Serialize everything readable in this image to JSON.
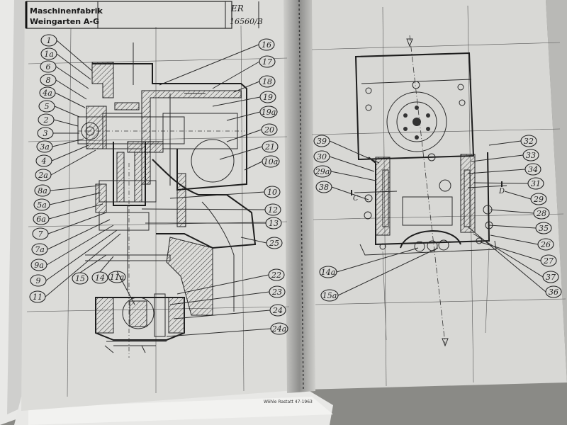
{
  "title_block": {
    "company_line1": "Maschinenfabrik",
    "company_line2": "Weingarten A-G",
    "code_line1": "ER",
    "code_line2": "16560/B"
  },
  "left_labels": [
    "1",
    "1a",
    "6",
    "8",
    "4a",
    "5",
    "2",
    "3",
    "3a",
    "4",
    "2a",
    "8a",
    "5a",
    "6a",
    "7",
    "7a",
    "9a",
    "9",
    "11"
  ],
  "bottom_labels": [
    "15",
    "14",
    "11a"
  ],
  "right_of_left_labels": [
    "16",
    "17",
    "18",
    "19",
    "19a",
    "20",
    "21",
    "10a",
    "10",
    "12",
    "13",
    "25",
    "22",
    "23",
    "24",
    "24a"
  ],
  "view2_left_labels": [
    "39",
    "30",
    "29a",
    "38",
    "14a",
    "15a"
  ],
  "view2_right_labels": [
    "32",
    "33",
    "34",
    "31",
    "29",
    "28",
    "35",
    "26",
    "27",
    "37",
    "36"
  ],
  "section_markers": {
    "c": "C",
    "d": "D"
  },
  "footer_stamp": "Wöhle Rastatt 47-1963",
  "colors": {
    "paper": "#dcdcd9",
    "ink": "#222222",
    "background": "#7d7d7b"
  }
}
